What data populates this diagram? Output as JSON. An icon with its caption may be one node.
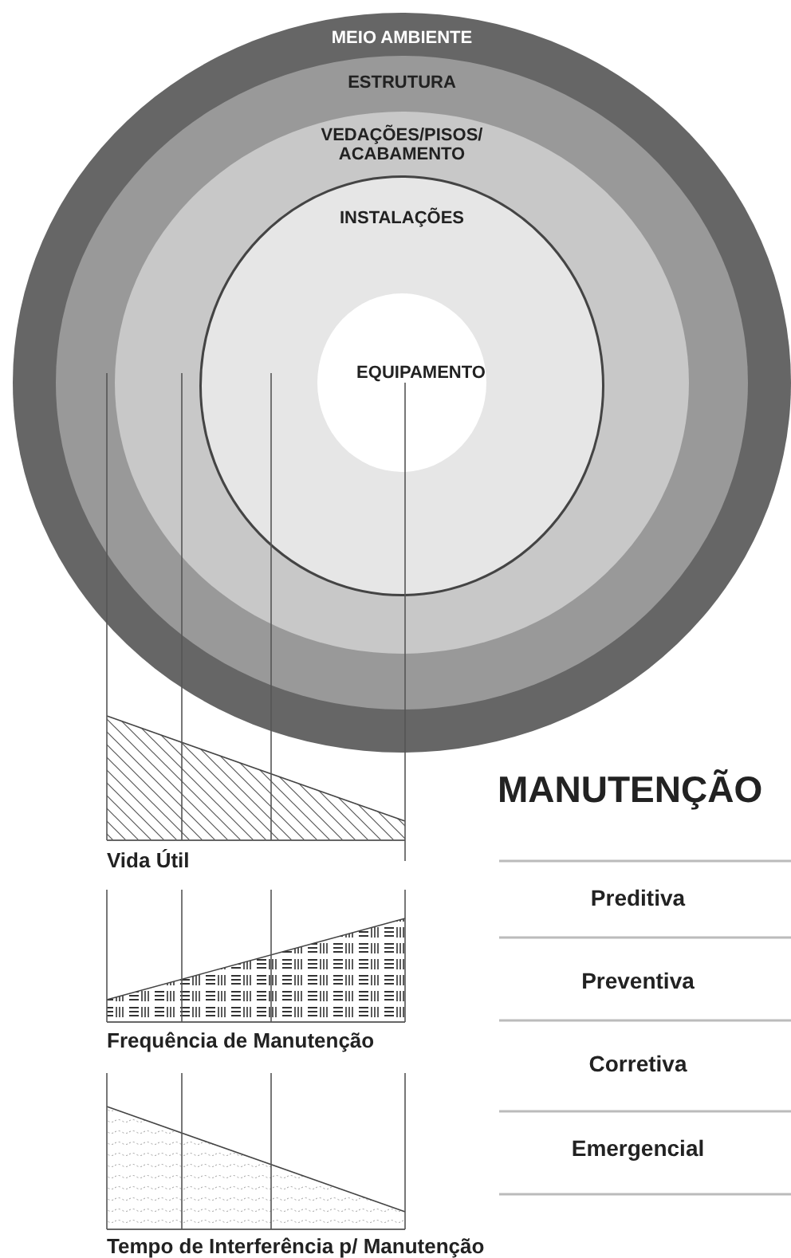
{
  "diagram": {
    "nodes": [
      {
        "text": [
          "MEIO AMBIENTE"
        ]
      },
      {
        "text": [
          "ESTRUTURA"
        ],
        "in": 0
      },
      {
        "text": [
          "VEDAÇÕES/PISOS/ ACABAMENTO"
        ],
        "in": 1
      },
      {
        "text": [
          "INSTALAÇÕES"
        ],
        "in": 2
      },
      {
        "text": [
          "EQUIPAMENTO"
        ],
        "in": 3
      }
    ],
    "labels": [
      "Vida Útil",
      "Frequência de Manutenção",
      "Tempo de Interferência p/ Manutenção",
      "MANUTENÇÃO",
      "Preditiva",
      "Preventiva",
      "Corretiva",
      "Emergencial"
    ]
  }
}
